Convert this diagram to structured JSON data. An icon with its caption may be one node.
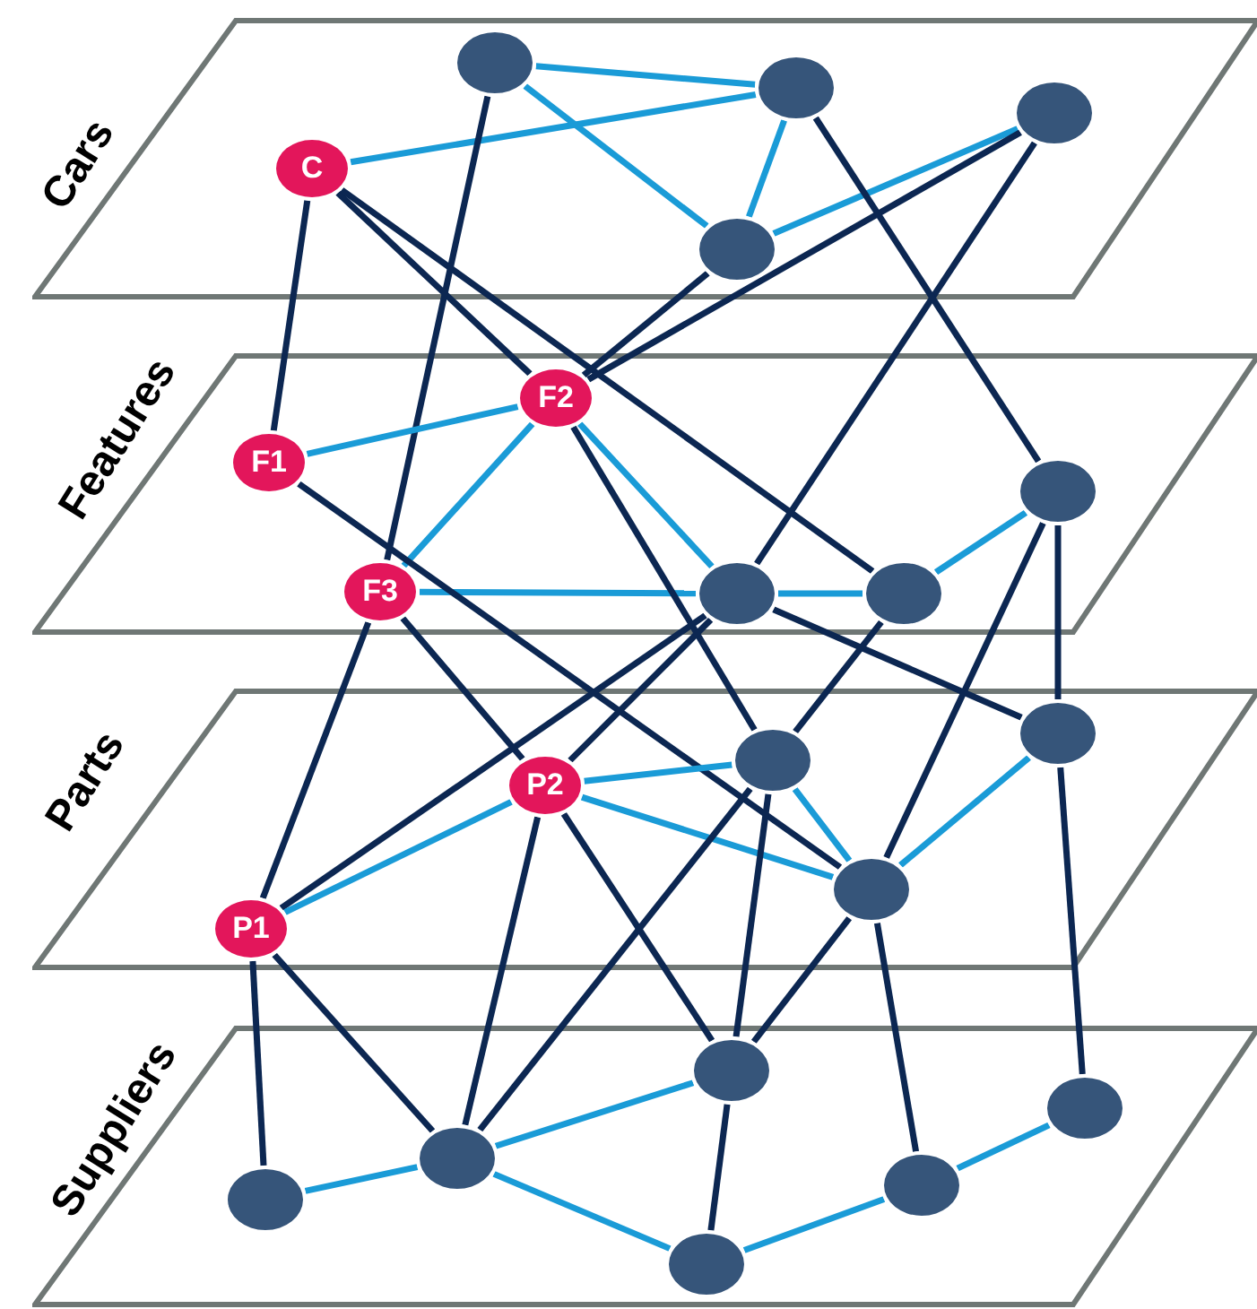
{
  "diagram": {
    "nodes": [
      {
        "text": [
          "Cars"
        ]
      },
      {
        "text": [
          "C"
        ],
        "in": 0
      },
      {
        "text": [],
        "shape": "circle",
        "in": 0
      },
      {
        "text": [],
        "shape": "circle",
        "in": 0
      },
      {
        "text": [],
        "shape": "circle",
        "in": 0
      },
      {
        "text": [],
        "shape": "circle",
        "in": 0
      },
      {
        "text": [
          "Features"
        ]
      },
      {
        "text": [
          "F1"
        ],
        "in": 6
      },
      {
        "text": [
          "F2"
        ],
        "in": 6
      },
      {
        "text": [
          "F3"
        ],
        "in": 6
      },
      {
        "text": [],
        "shape": "circle",
        "in": 6
      },
      {
        "text": [],
        "shape": "circle",
        "in": 6
      },
      {
        "text": [],
        "shape": "circle",
        "in": 6
      },
      {
        "text": [
          "Parts"
        ]
      },
      {
        "text": [
          "P2"
        ],
        "in": 13
      },
      {
        "text": [],
        "shape": "circle",
        "in": 13
      },
      {
        "text": [],
        "shape": "circle",
        "in": 13
      },
      {
        "text": [
          "P1"
        ],
        "in": 13
      },
      {
        "text": [],
        "shape": "circle",
        "in": 13
      },
      {
        "text": [
          "Suppliers"
        ]
      },
      {
        "text": [],
        "shape": "circle",
        "in": 19
      },
      {
        "text": [],
        "shape": "circle",
        "in": 19
      },
      {
        "text": [],
        "shape": "circle",
        "in": 19
      },
      {
        "text": [],
        "shape": "circle",
        "in": 19
      },
      {
        "text": [],
        "shape": "circle",
        "in": 19
      },
      {
        "text": [],
        "shape": "circle",
        "in": 19
      }
    ],
    "edges": [
      {
        "from": 2,
        "to": 3,
        "arrow": "none",
        "color": "#1a9bd7"
      },
      {
        "from": 1,
        "to": 3,
        "arrow": "none",
        "color": "#1a9bd7"
      },
      {
        "from": 2,
        "to": 5,
        "arrow": "none",
        "color": "#1a9bd7"
      },
      {
        "from": 3,
        "to": 5,
        "arrow": "none",
        "color": "#1a9bd7"
      },
      {
        "from": 5,
        "to": 4,
        "arrow": "none",
        "color": "#1a9bd7"
      },
      {
        "from": 1,
        "to": 7,
        "arrow": "none"
      },
      {
        "from": 1,
        "to": 8,
        "arrow": "none"
      },
      {
        "from": 1,
        "to": 12,
        "arrow": "none"
      },
      {
        "from": 2,
        "to": 9,
        "arrow": "none"
      },
      {
        "from": 5,
        "to": 8,
        "arrow": "none"
      },
      {
        "from": 4,
        "to": 8,
        "arrow": "none"
      },
      {
        "from": 4,
        "to": 11,
        "arrow": "none"
      },
      {
        "from": 3,
        "to": 10,
        "arrow": "none"
      },
      {
        "from": 7,
        "to": 8,
        "arrow": "none",
        "color": "#1a9bd7"
      },
      {
        "from": 8,
        "to": 9,
        "arrow": "none",
        "color": "#1a9bd7"
      },
      {
        "from": 8,
        "to": 11,
        "arrow": "none",
        "color": "#1a9bd7"
      },
      {
        "from": 9,
        "to": 11,
        "arrow": "none",
        "color": "#1a9bd7"
      },
      {
        "from": 11,
        "to": 12,
        "arrow": "none",
        "color": "#1a9bd7"
      },
      {
        "from": 12,
        "to": 10,
        "arrow": "none",
        "color": "#1a9bd7"
      },
      {
        "from": 7,
        "to": 18,
        "arrow": "none"
      },
      {
        "from": 9,
        "to": 17,
        "arrow": "none"
      },
      {
        "from": 9,
        "to": 14,
        "arrow": "none"
      },
      {
        "from": 8,
        "to": 15,
        "arrow": "none"
      },
      {
        "from": 11,
        "to": 17,
        "arrow": "none"
      },
      {
        "from": 11,
        "to": 14,
        "arrow": "none"
      },
      {
        "from": 11,
        "to": 16,
        "arrow": "none"
      },
      {
        "from": 12,
        "to": 15,
        "arrow": "none"
      },
      {
        "from": 10,
        "to": 16,
        "arrow": "none"
      },
      {
        "from": 10,
        "to": 18,
        "arrow": "none"
      },
      {
        "from": 17,
        "to": 14,
        "arrow": "none",
        "color": "#1a9bd7"
      },
      {
        "from": 14,
        "to": 15,
        "arrow": "none",
        "color": "#1a9bd7"
      },
      {
        "from": 14,
        "to": 18,
        "arrow": "none",
        "color": "#1a9bd7"
      },
      {
        "from": 15,
        "to": 18,
        "arrow": "none",
        "color": "#1a9bd7"
      },
      {
        "from": 18,
        "to": 16,
        "arrow": "none",
        "color": "#1a9bd7"
      },
      {
        "from": 17,
        "to": 24,
        "arrow": "none"
      },
      {
        "from": 17,
        "to": 22,
        "arrow": "none"
      },
      {
        "from": 14,
        "to": 22,
        "arrow": "none"
      },
      {
        "from": 14,
        "to": 20,
        "arrow": "none"
      },
      {
        "from": 15,
        "to": 20,
        "arrow": "none"
      },
      {
        "from": 15,
        "to": 22,
        "arrow": "none"
      },
      {
        "from": 18,
        "to": 20,
        "arrow": "none"
      },
      {
        "from": 18,
        "to": 23,
        "arrow": "none"
      },
      {
        "from": 16,
        "to": 21,
        "arrow": "none"
      },
      {
        "from": 24,
        "to": 22,
        "arrow": "none",
        "color": "#1a9bd7"
      },
      {
        "from": 22,
        "to": 20,
        "arrow": "none",
        "color": "#1a9bd7"
      },
      {
        "from": 22,
        "to": 25,
        "arrow": "none",
        "color": "#1a9bd7"
      },
      {
        "from": 25,
        "to": 23,
        "arrow": "none",
        "color": "#1a9bd7"
      },
      {
        "from": 23,
        "to": 21,
        "arrow": "none",
        "color": "#1a9bd7"
      },
      {
        "from": 20,
        "to": 25,
        "arrow": "none"
      }
    ]
  }
}
